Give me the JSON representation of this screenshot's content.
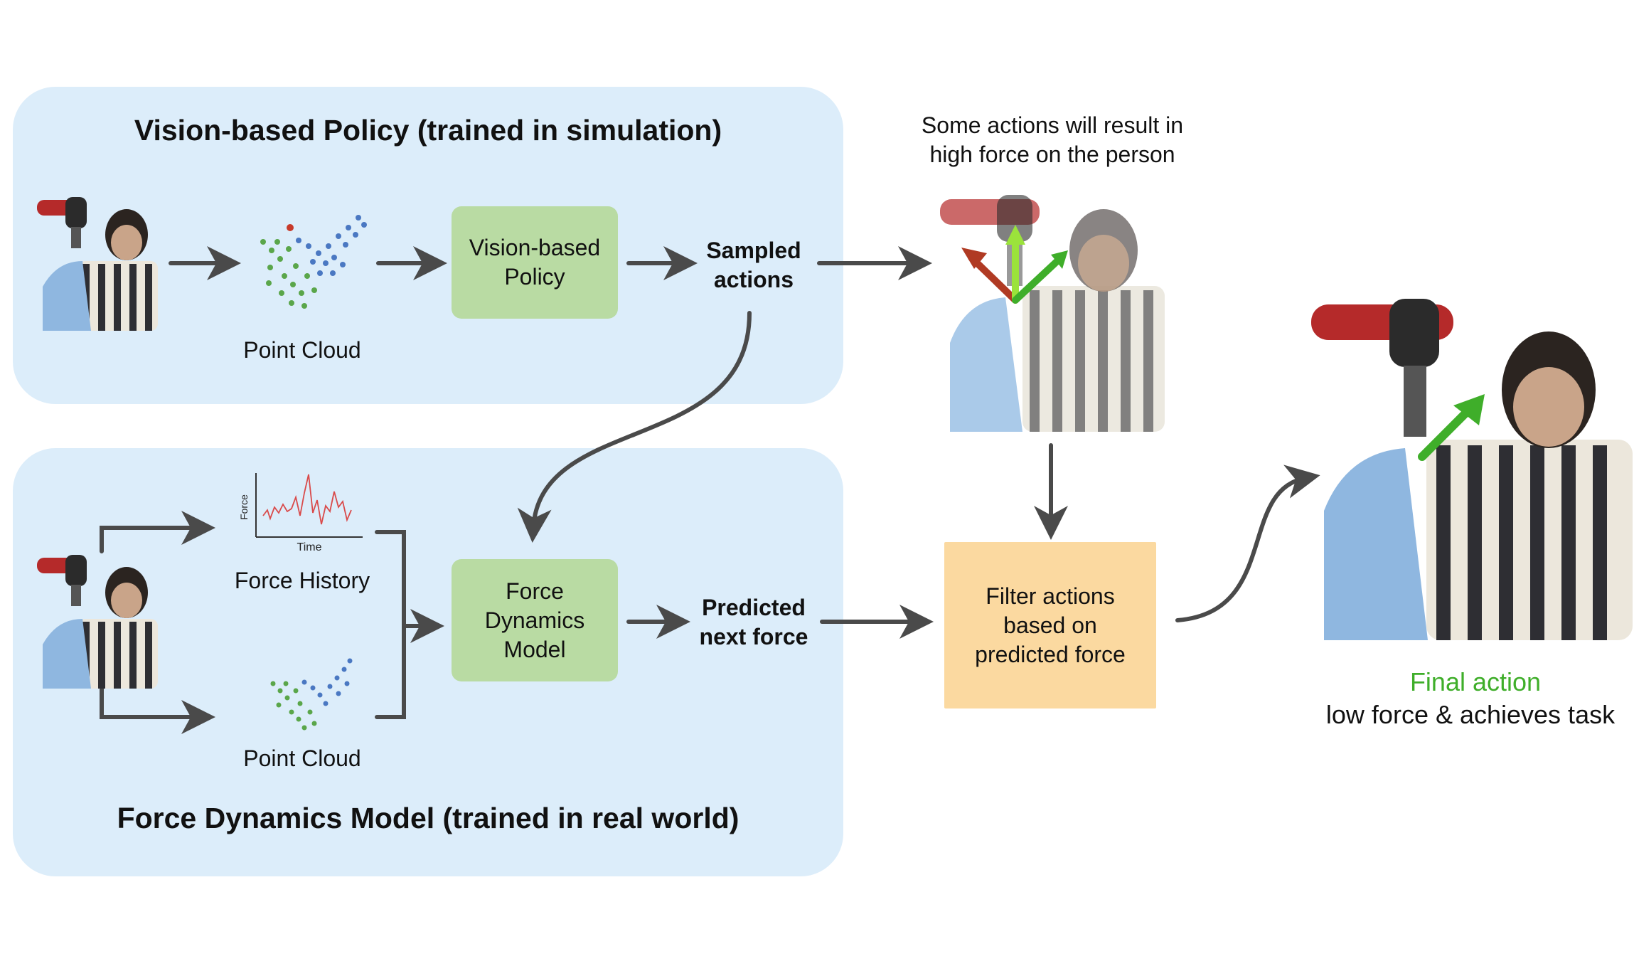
{
  "top_panel": {
    "title": "Vision-based Policy (trained in simulation)"
  },
  "bottom_panel": {
    "title": "Force Dynamics Model (trained in real world)"
  },
  "top_flow": {
    "point_cloud_label": "Point Cloud",
    "policy_box": [
      "Vision-based",
      "Policy"
    ],
    "sampled_actions": [
      "Sampled",
      "actions"
    ]
  },
  "bottom_flow": {
    "force_history_label": "Force History",
    "force_plot": {
      "ylabel": "Force",
      "xlabel": "Time"
    },
    "point_cloud_label": "Point Cloud",
    "model_box": [
      "Force",
      "Dynamics",
      "Model"
    ],
    "predicted_force": [
      "Predicted",
      "next force"
    ]
  },
  "right_flow": {
    "note": [
      "Some actions will result in",
      "high force on the person"
    ],
    "filter_box": [
      "Filter actions",
      "based on",
      "predicted force"
    ],
    "final_action": "Final action",
    "final_caption": "low force & achieves task"
  },
  "colors": {
    "panel_bg": "#dcedfa",
    "green_box": "#b9dba3",
    "orange_box": "#fbd9a0",
    "arrow": "#4a4a4a",
    "final_action_text": "#3fae2a",
    "arrow_red": "#b03a23",
    "arrow_lightgreen": "#9be33b",
    "arrow_green": "#3fae2a",
    "robot_red": "#b52a2a"
  }
}
